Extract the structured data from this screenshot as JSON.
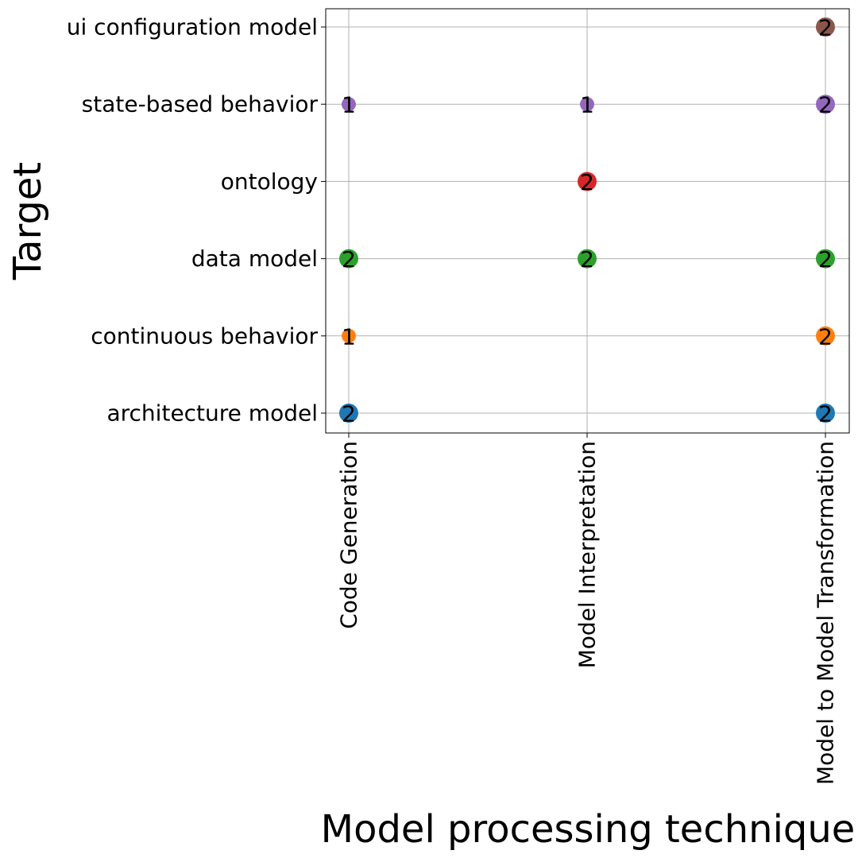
{
  "chart_data": {
    "type": "scatter",
    "title": "",
    "xlabel": "Model processing technique",
    "ylabel": "Target",
    "x_categories": [
      "Code Generation",
      "Model Interpretation",
      "Model to Model Transformation"
    ],
    "y_categories": [
      "architecture model",
      "continuous behavior",
      "data model",
      "ontology",
      "state-based behavior",
      "ui configuration model"
    ],
    "grid": true,
    "colors": {
      "architecture model": "#1f77b4",
      "continuous behavior": "#ff7f0e",
      "data model": "#2ca02c",
      "ontology": "#d62728",
      "state-based behavior": "#9467bd",
      "ui configuration model": "#8c564b"
    },
    "points": [
      {
        "x": "Code Generation",
        "y": "architecture model",
        "count": 2
      },
      {
        "x": "Model to Model Transformation",
        "y": "architecture model",
        "count": 2
      },
      {
        "x": "Code Generation",
        "y": "continuous behavior",
        "count": 1
      },
      {
        "x": "Model to Model Transformation",
        "y": "continuous behavior",
        "count": 2
      },
      {
        "x": "Code Generation",
        "y": "data model",
        "count": 2
      },
      {
        "x": "Model Interpretation",
        "y": "data model",
        "count": 2
      },
      {
        "x": "Model to Model Transformation",
        "y": "data model",
        "count": 2
      },
      {
        "x": "Model Interpretation",
        "y": "ontology",
        "count": 2
      },
      {
        "x": "Code Generation",
        "y": "state-based behavior",
        "count": 1
      },
      {
        "x": "Model Interpretation",
        "y": "state-based behavior",
        "count": 1
      },
      {
        "x": "Model to Model Transformation",
        "y": "state-based behavior",
        "count": 2
      },
      {
        "x": "Model to Model Transformation",
        "y": "ui configuration model",
        "count": 2
      }
    ]
  }
}
